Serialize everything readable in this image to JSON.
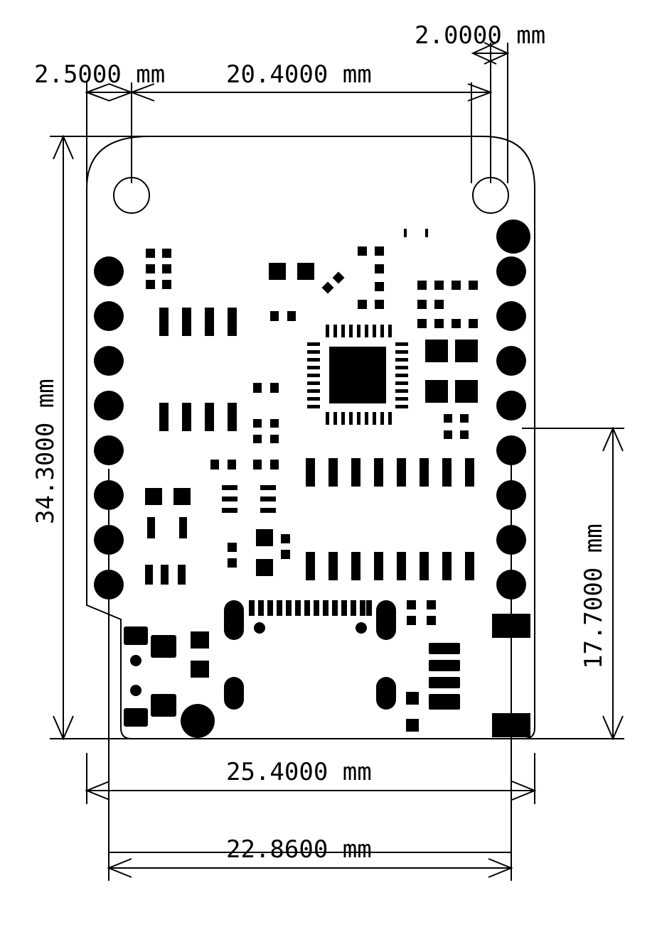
{
  "dimensions": {
    "hole_offset": "2.5000 mm",
    "hole_spacing": "20.4000 mm",
    "hole_diameter": "2.0000 mm",
    "board_height": "34.3000 mm",
    "pin_row_height": "17.7000 mm",
    "board_width": "25.4000 mm",
    "header_spacing": "22.8600 mm"
  },
  "colors": {
    "ink": "#000000",
    "background": "#ffffff"
  }
}
